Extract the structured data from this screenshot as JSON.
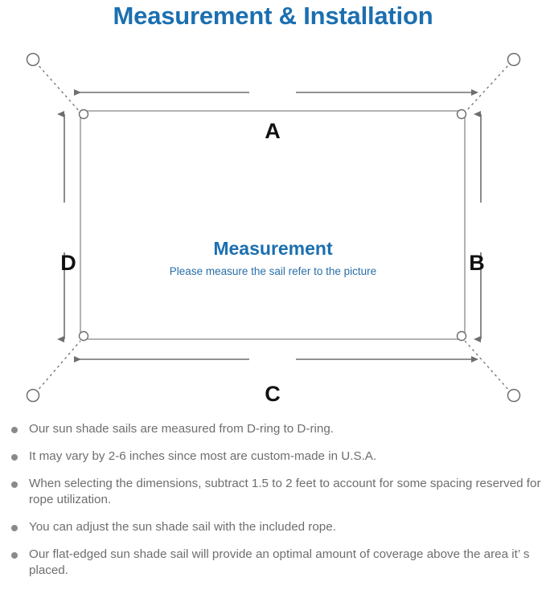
{
  "header": {
    "title": "Measurement & Installation",
    "title_color": "#1b6fb0"
  },
  "diagram": {
    "center_title": "Measurement",
    "center_subtitle": "Please measure the sail refer to the picture",
    "center_title_color": "#1b6fb0",
    "center_subtitle_color": "#2a6fa8",
    "line_color": "#6e6e6e",
    "sail_outline_color": "#9a9a9a",
    "dimension_labels": {
      "top": "A",
      "right": "B",
      "bottom": "C",
      "left": "D"
    },
    "d_ring_count": 4,
    "corner_loop_count": 4
  },
  "notes": {
    "bullet_color": "#8a8a8a",
    "text_color": "#6e6e6e",
    "items": [
      "Our sun shade sails are measured from D-ring to D-ring.",
      "It may vary by 2-6 inches since most are custom-made in U.S.A.",
      "When selecting the dimensions, subtract 1.5 to 2 feet to account for some spacing reserved for rope utilization.",
      "You can adjust the sun shade sail with the included rope.",
      "Our flat-edged sun shade sail will provide an optimal amount of coverage above the area it’ s placed."
    ]
  }
}
